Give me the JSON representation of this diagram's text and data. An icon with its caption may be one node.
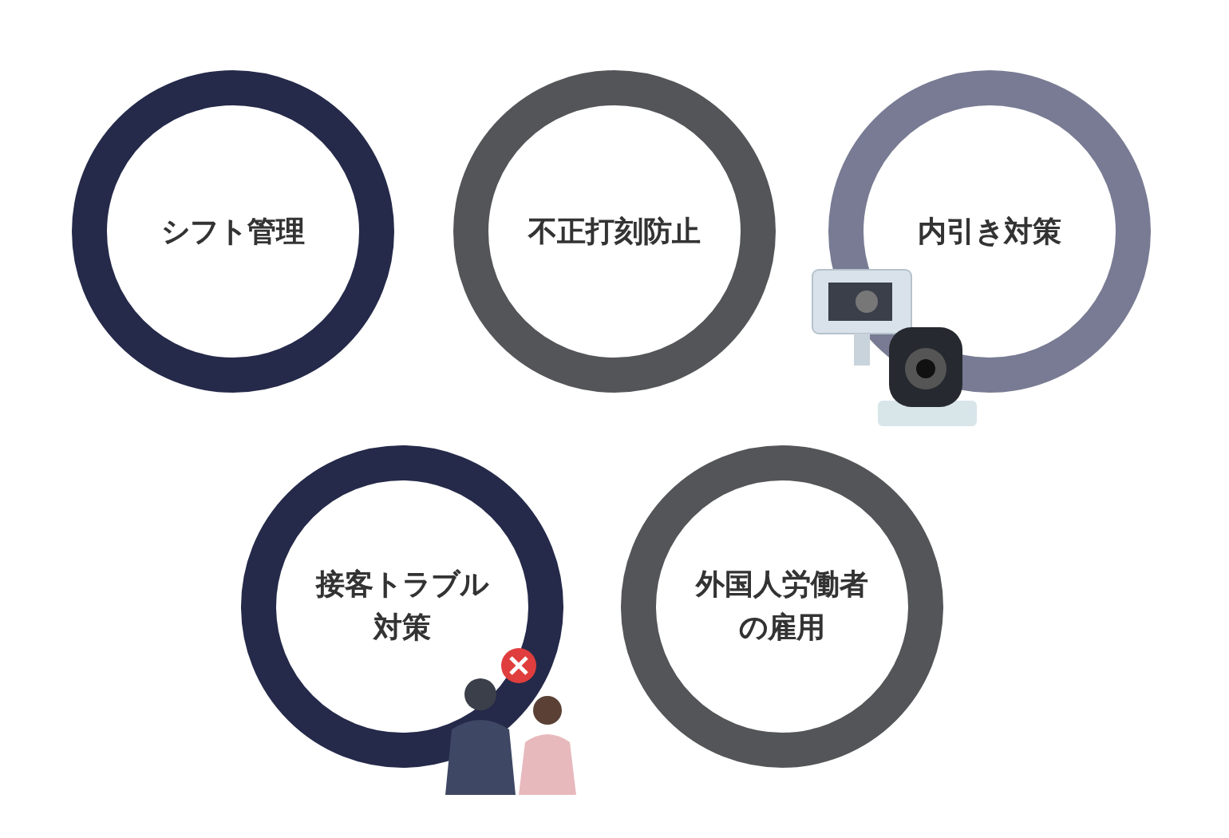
{
  "diagram": {
    "nodes": [
      {
        "text": [
          "シフト管理"
        ]
      },
      {
        "text": [
          "不正打刻防止"
        ]
      },
      {
        "text": [
          "内引き対策"
        ]
      },
      {
        "text": [
          "接客トラブル対策"
        ]
      },
      {
        "text": [
          "外国人労働者の雇用"
        ]
      }
    ]
  }
}
